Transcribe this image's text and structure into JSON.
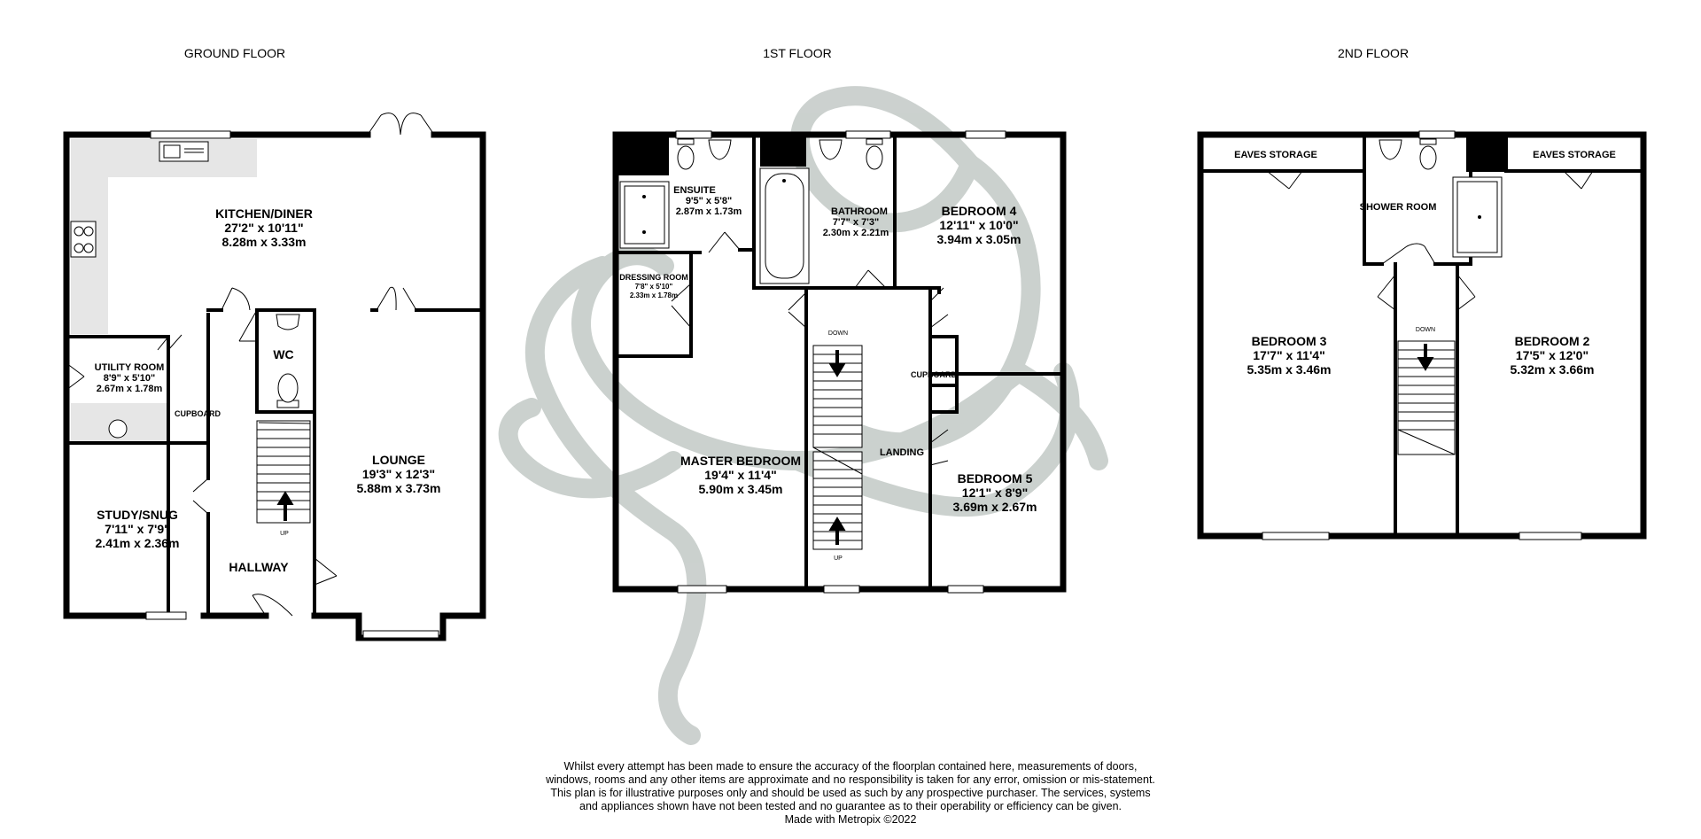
{
  "floors": {
    "ground": {
      "title": "GROUND FLOOR",
      "kitchen": {
        "name": "KITCHEN/DINER",
        "imperial": "27'2\"  x 10'11\"",
        "metric": "8.28m  x 3.33m"
      },
      "utility": {
        "name": "UTILITY ROOM",
        "imperial": "8'9\"  x 5'10\"",
        "metric": "2.67m  x 1.78m"
      },
      "wc": {
        "name": "WC"
      },
      "cupboard": {
        "name": "CUPBOARD"
      },
      "lounge": {
        "name": "LOUNGE",
        "imperial": "19'3\"  x 12'3\"",
        "metric": "5.88m  x 3.73m"
      },
      "study": {
        "name": "STUDY/SNUG",
        "imperial": "7'11\"  x 7'9\"",
        "metric": "2.41m  x 2.36m"
      },
      "hallway": {
        "name": "HALLWAY"
      },
      "stairs_up": "UP"
    },
    "first": {
      "title": "1ST FLOOR",
      "ensuite": {
        "name": "ENSUITE",
        "imperial": "9'5\"  x 5'8\"",
        "metric": "2.87m  x 1.73m"
      },
      "bathroom": {
        "name": "BATHROOM",
        "imperial": "7'7\"  x 7'3\"",
        "metric": "2.30m  x 2.21m"
      },
      "bedroom4": {
        "name": "BEDROOM 4",
        "imperial": "12'11\"  x 10'0\"",
        "metric": "3.94m  x 3.05m"
      },
      "dressing": {
        "name": "DRESSING ROOM",
        "imperial": "7'8\"  x 5'10\"",
        "metric": "2.33m  x 1.78m"
      },
      "cupboard": {
        "name": "CUPBOARD"
      },
      "master": {
        "name": "MASTER BEDROOM",
        "imperial": "19'4\"  x 11'4\"",
        "metric": "5.90m  x 3.45m"
      },
      "landing": {
        "name": "LANDING"
      },
      "bedroom5": {
        "name": "BEDROOM 5",
        "imperial": "12'1\"  x 8'9\"",
        "metric": "3.69m  x 2.67m"
      },
      "stairs_down": "DOWN",
      "stairs_up": "UP"
    },
    "second": {
      "title": "2ND FLOOR",
      "eaves_left": {
        "name": "EAVES STORAGE"
      },
      "eaves_right": {
        "name": "EAVES STORAGE"
      },
      "shower": {
        "name": "SHOWER ROOM"
      },
      "bedroom3": {
        "name": "BEDROOM 3",
        "imperial": "17'7\"  x 11'4\"",
        "metric": "5.35m  x 3.46m"
      },
      "bedroom2": {
        "name": "BEDROOM 2",
        "imperial": "17'5\"  x 12'0\"",
        "metric": "5.32m  x 3.66m"
      },
      "stairs_down": "DOWN"
    }
  },
  "disclaimer": {
    "text": "Whilst every attempt has been made to ensure the accuracy of the floorplan contained here, measurements of doors, windows, rooms and any other items are approximate and no responsibility is taken for any error, omission or mis-statement. This plan is for illustrative purposes only and should be used as such by any prospective purchaser. The services, systems and appliances shown have not been tested and no guarantee as to their operability or efficiency can be given.",
    "credit": "Made with Metropix ©2022"
  },
  "colors": {
    "wall": "#000000",
    "watermark": "#c9cfcc",
    "counter": "#e6e6e6"
  },
  "watermark_icon": "logo-swirl-watermark"
}
